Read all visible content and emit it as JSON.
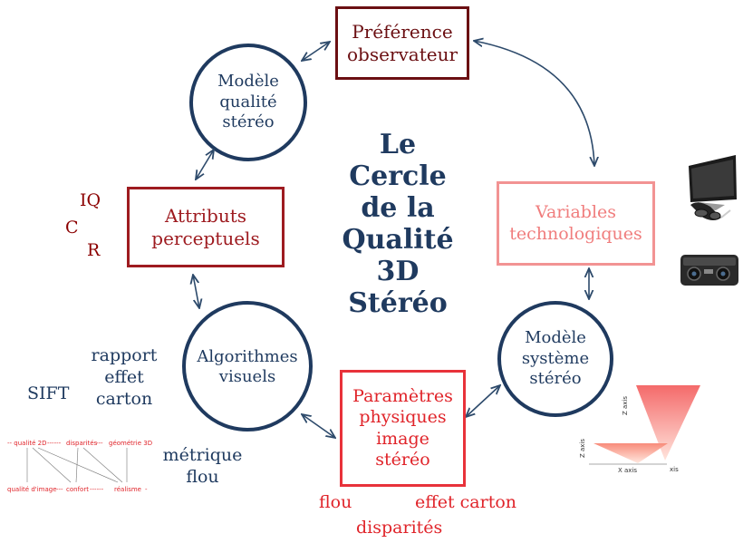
{
  "diagram": {
    "title": "Le\nCercle\nde la\nQualité\n3D\nStéréo"
  },
  "boxes": {
    "preference": "Préférence\nobservateur",
    "attributs": "Attributs\nperceptuels",
    "variables": "Variables\ntechnologiques",
    "parametres": "Paramètres\nphysiques\nimage\nstéréo"
  },
  "circles": {
    "modele_qualite": "Modèle\nqualité\nstéréo",
    "algorithmes": "Algorithmes\nvisuels",
    "modele_systeme": "Modèle\nsystème\nstéréo"
  },
  "side_labels": {
    "iq": "IQ",
    "c": "C",
    "r": "R",
    "rapport": "rapport\neffet\ncarton",
    "sift": "SIFT",
    "metrique": "métrique\nflou",
    "flou": "flou",
    "effet_carton": "effet carton",
    "disparites": "disparités"
  },
  "mini_diagram": {
    "top": [
      "-- qualité 2D",
      "------",
      "disparités",
      "---",
      "géométrie 3D"
    ],
    "bottom": [
      "qualité d'image",
      "---",
      "confort",
      "------",
      "réalisme",
      "-"
    ]
  },
  "axis_figure": {
    "z_axis_1": "Z axis",
    "z_axis_2": "Z axis",
    "x_axis": "X axis",
    "xis": "xis"
  },
  "colors": {
    "navy": "#1f3a5f",
    "dark_red": "#8b0000",
    "red": "#e0242a",
    "pink": "#f07d7d",
    "arrow": "#2d4a6b"
  },
  "icons": [
    "3d-tv-with-glasses-icon",
    "3d-camera-icon"
  ]
}
